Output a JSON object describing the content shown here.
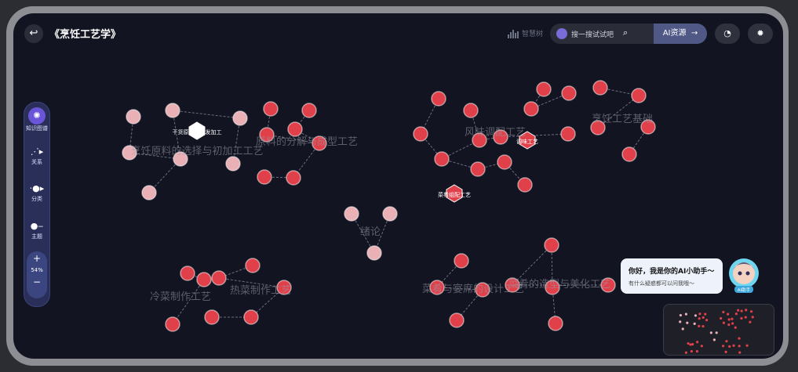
{
  "header": {
    "title": "《烹饪工艺学》",
    "brand": "智慧树",
    "search_placeholder": "搜一搜试试吧",
    "ai_button": "AI资源",
    "back_icon": "back-arrow-icon",
    "history_icon": "history-icon",
    "settings_icon": "settings-icon"
  },
  "toolbar": {
    "items": [
      {
        "label": "知识图谱",
        "icon": "knowledge-graph-icon"
      },
      {
        "label": "关系",
        "icon": "relation-icon"
      },
      {
        "label": "分类",
        "icon": "category-icon"
      },
      {
        "label": "主题",
        "icon": "theme-icon"
      }
    ],
    "zoom_in": "+",
    "zoom_level": "54%",
    "zoom_out": "−"
  },
  "clusters": [
    {
      "label": "烹饪原料的选择与初加工工艺"
    },
    {
      "label": "原料的分解与成型工艺"
    },
    {
      "label": "风味调配工艺"
    },
    {
      "label": "烹饪工艺基础"
    },
    {
      "label": "绪论"
    },
    {
      "label": "冷菜制作工艺"
    },
    {
      "label": "热菜制作工艺"
    },
    {
      "label": "菜肴与宴席的设计工艺"
    },
    {
      "label": "菜肴的造型与美化工艺"
    }
  ],
  "hubs": [
    {
      "label": "干货原料的涨发加工"
    },
    {
      "label": "菜肴组配工艺"
    },
    {
      "label": "调味工艺"
    }
  ],
  "assistant": {
    "greeting": "你好，我是你的AI小助手～",
    "subtext": "有什么疑惑都可以问我哦～",
    "badge": "AI助手"
  },
  "colors": {
    "background": "#121421",
    "node_red": "#e0404a",
    "node_pink": "#e9b0b6",
    "accent": "#505886"
  }
}
